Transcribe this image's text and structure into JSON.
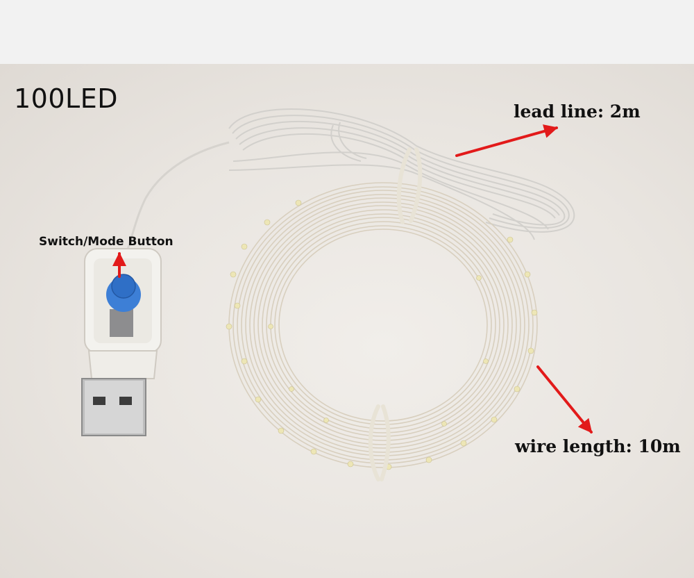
{
  "labels": {
    "led_count": "100LED",
    "lead_line": "lead line: 2m",
    "switch_button": "Switch/Mode Button",
    "wire_length": "wire length: 10m"
  },
  "colors": {
    "arrow": "#e21a1a",
    "button": "#3d7fd6",
    "wire": "#d9d3c6"
  },
  "icons": [
    "usb-plug-icon",
    "mode-button-icon"
  ]
}
